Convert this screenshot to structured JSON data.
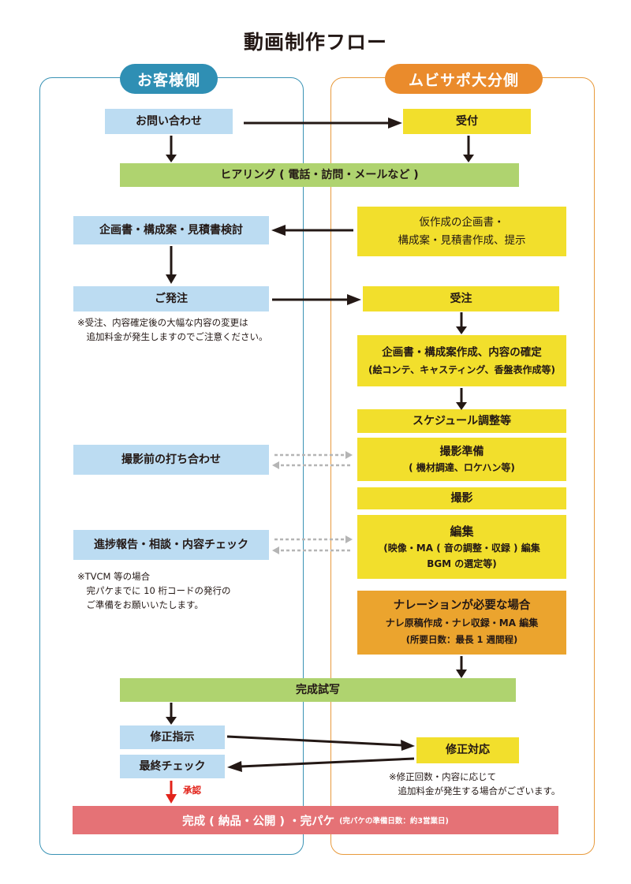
{
  "title": "動画制作フロー",
  "customer_side": "お客様側",
  "provider_side": "ムビサポ大分側",
  "steps": {
    "inquiry": "お問い合わせ",
    "reception": "受付",
    "hearing": "ヒアリング ( 電話・訪問・メールなど )",
    "review_plan": "企画書・構成案・見積書検討",
    "draft_plan_l1": "仮作成の企画書・",
    "draft_plan_l2": "構成案・見積書作成、提示",
    "order": "ご発注",
    "order_received": "受注",
    "confirm_l1": "企画書・構成案作成、内容の確定",
    "confirm_l2": "(絵コンテ、キャスティング、香盤表作成等)",
    "schedule": "スケジュール調整等",
    "pre_meeting": "撮影前の打ち合わせ",
    "shoot_prep": "撮影準備",
    "shoot_prep_sub": "( 機材調達、ロケハン等)",
    "shoot": "撮影",
    "progress": "進捗報告・相談・内容チェック",
    "edit": "編集",
    "edit_sub1": "(映像・MA ( 音の調整・収録 ) 編集",
    "edit_sub2": "BGM の選定等)",
    "narration_l1": "ナレーションが必要な場合",
    "narration_l2": "ナレ原稿作成・ナレ収録・MA 編集",
    "narration_l3": "(所要日数：最長 1 週間程)",
    "preview": "完成試写",
    "fix_request": "修正指示",
    "final_check": "最終チェック",
    "fix_response": "修正対応",
    "approval": "承認",
    "completion": "完成 ( 納品・公開 ) ・完パケ",
    "completion_note": "(完パケの準備日数：約3営業日)"
  },
  "notes": {
    "order_note": "※受注、内容確定後の大幅な内容の変更は\n　追加料金が発生しますのでご注意ください。",
    "tvcm_note": "※TVCM 等の場合\n　完パケまでに 10 桁コードの発行の\n　ご準備をお願いいたします。",
    "fix_note": "※修正回数・内容に応じて\n　追加料金が発生する場合がございます。"
  },
  "colors": {
    "customer": "#2f8fb4",
    "provider": "#ea8b2c",
    "customer_box": "#bcdcf2",
    "provider_box": "#f2df2c",
    "shared_box": "#afd36f",
    "optional_box": "#eba42e",
    "final_box": "#e57276",
    "approval_arrow": "#e2231a"
  }
}
